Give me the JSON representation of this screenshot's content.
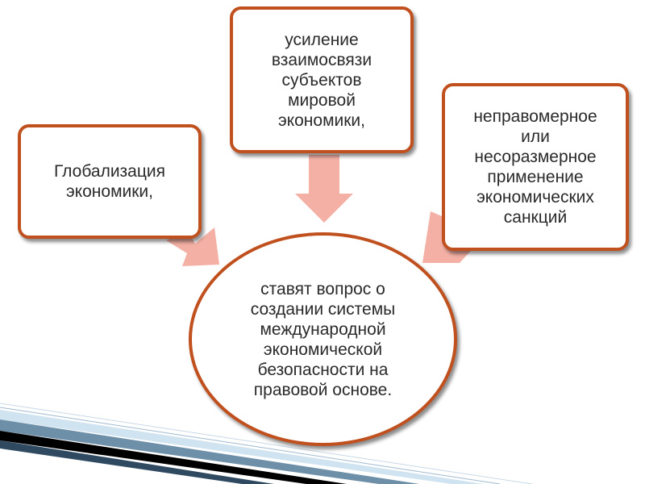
{
  "colors": {
    "border": "#c0501e",
    "arrow": "#f4b0a5",
    "text": "#2a2a2a"
  },
  "boxes": {
    "left": "Глобализация\nэкономики,",
    "top": "усиление\nвзаимосвязи\nсубъектов\nмировой\nэкономики,",
    "right": "неправомерное\nили\nнесоразмерное\nприменение\nэкономических\nсанкций"
  },
  "center": "ставят вопрос о\nсоздании системы\nмеждународной\nэкономической\nбезопасности на\nправовой основе."
}
